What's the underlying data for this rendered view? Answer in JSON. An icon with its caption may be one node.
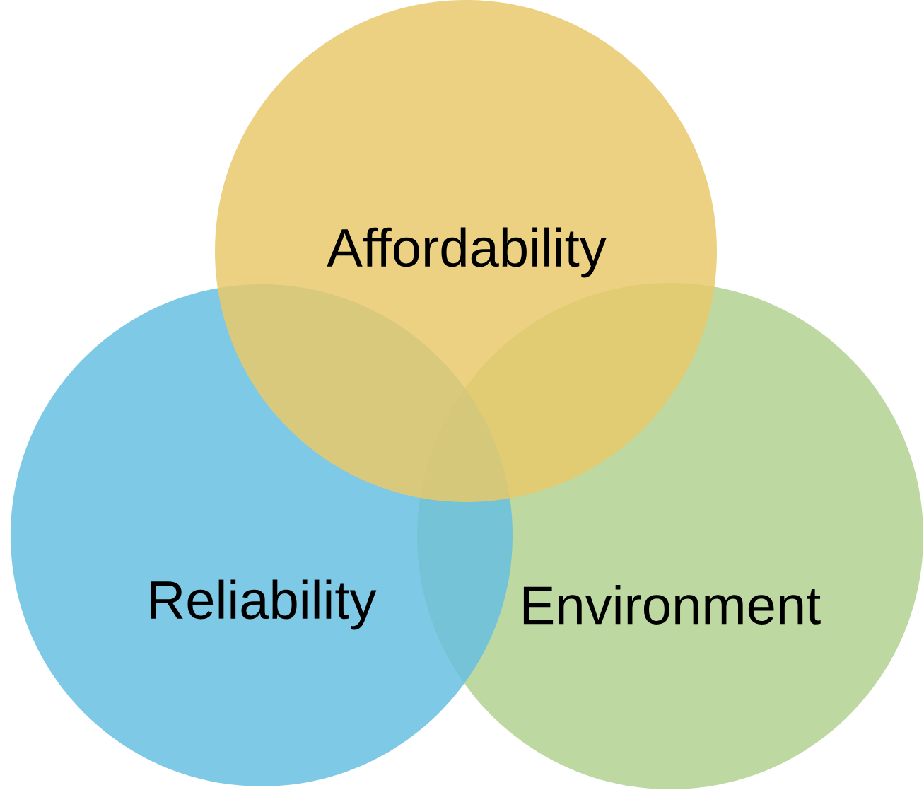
{
  "diagram": {
    "nodes": [
      {
        "text": [
          "Affordability"
        ]
      },
      {
        "text": [
          "Reliability"
        ]
      },
      {
        "text": [
          "Environment"
        ]
      }
    ]
  }
}
